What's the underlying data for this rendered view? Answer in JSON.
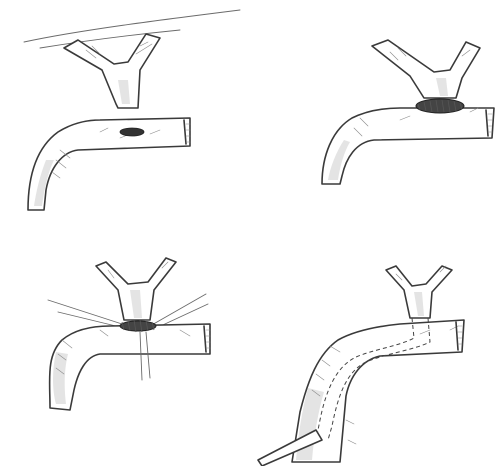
{
  "panels": [
    {
      "id": "step-1"
    },
    {
      "id": "step-2"
    },
    {
      "id": "step-3"
    },
    {
      "id": "step-4"
    }
  ]
}
